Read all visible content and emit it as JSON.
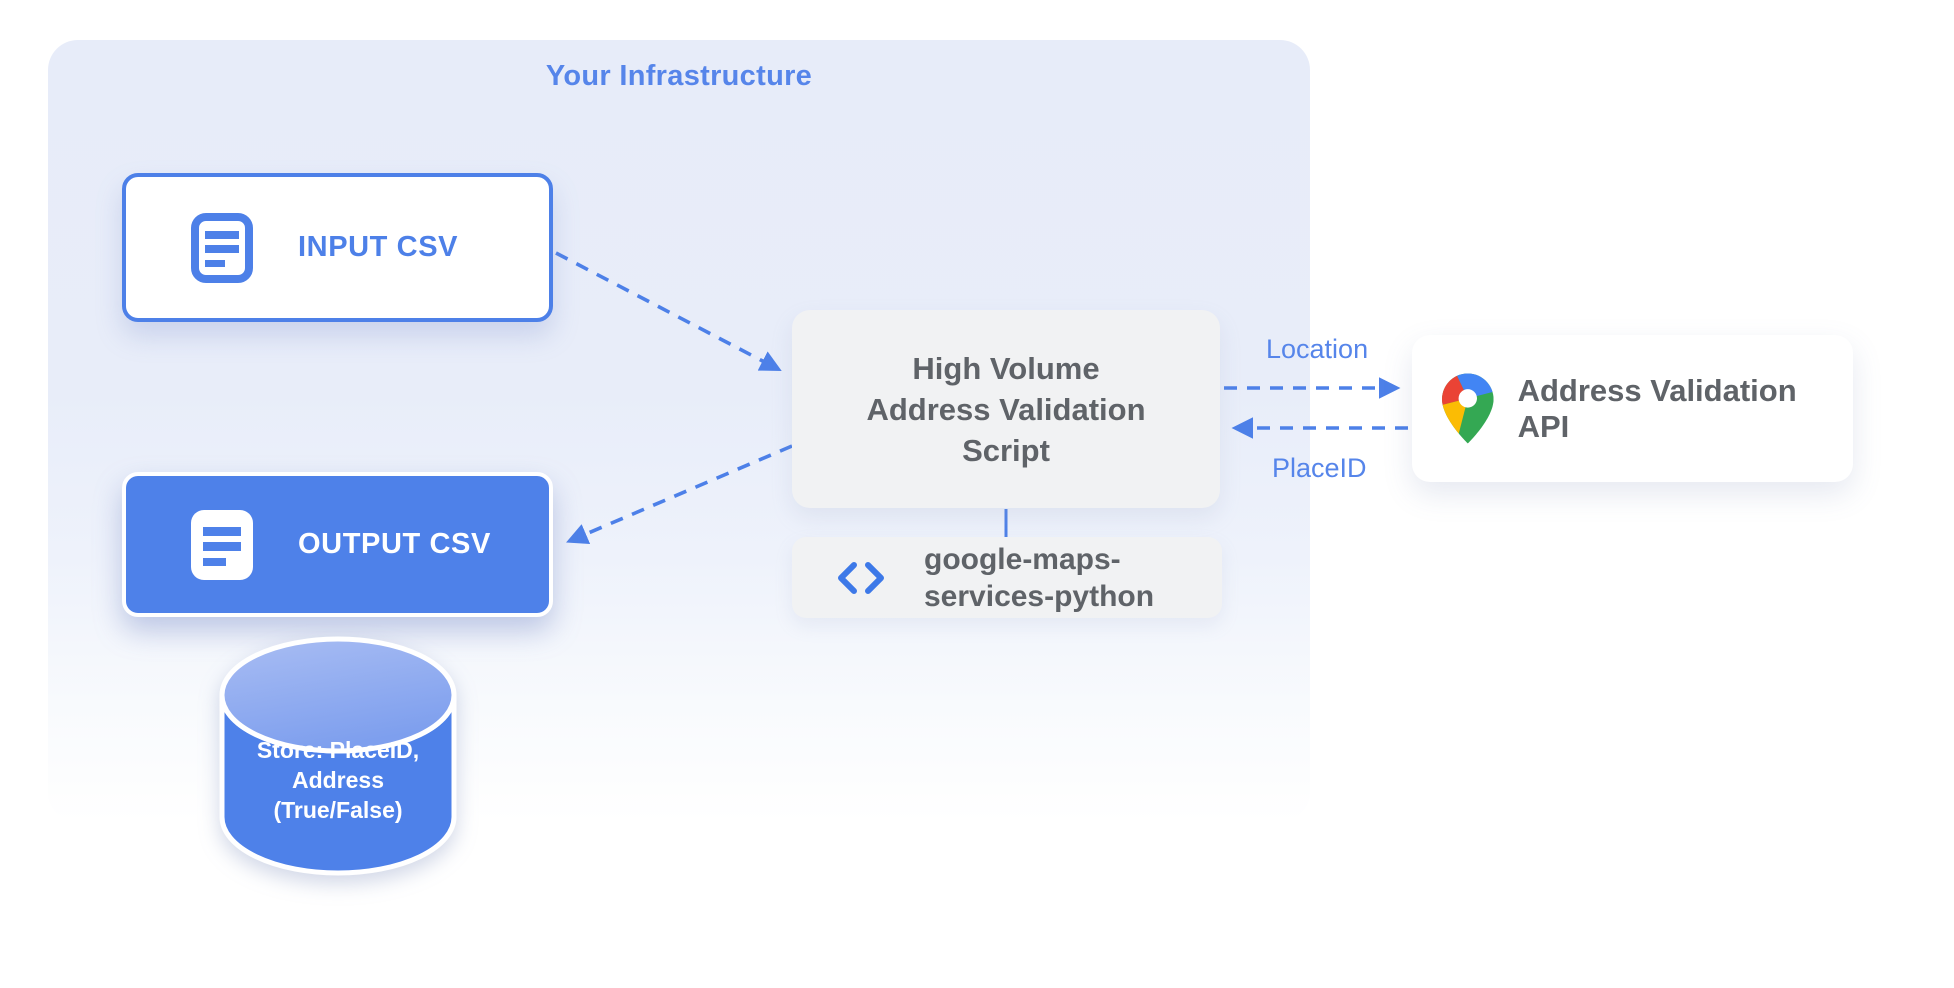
{
  "panel": {
    "title": "Your Infrastructure"
  },
  "nodes": {
    "input_csv": {
      "label": "INPUT CSV",
      "icon": "csv-document-icon"
    },
    "output_csv": {
      "label": "OUTPUT CSV",
      "icon": "csv-document-icon"
    },
    "script": {
      "line1": "High Volume",
      "line2": "Address Validation",
      "line3": "Script"
    },
    "library": {
      "line1": "google-maps-",
      "line2": "services-python",
      "icon": "code-icon"
    },
    "api": {
      "label": "Address Validation API",
      "icon": "google-maps-pin-icon"
    },
    "datastore": {
      "line1": "Store: PlaceID,",
      "line2": "Address",
      "line3": "(True/False)",
      "icon": "database-cylinder"
    }
  },
  "edges": {
    "input_to_script": {
      "style": "dashed"
    },
    "script_to_output": {
      "style": "dashed"
    },
    "script_to_api": {
      "style": "dashed",
      "label": "Location"
    },
    "api_to_script": {
      "style": "dashed",
      "label": "PlaceID"
    },
    "script_to_library": {
      "style": "solid"
    }
  },
  "colors": {
    "accent_blue": "#4d80e8",
    "panel_blue": "#e8edf9",
    "text_gray": "#5f6368",
    "label_blue": "#5685ea",
    "cylinder_top_light": "#a6baf3",
    "cylinder_top_dark": "#7e9fee",
    "pin_blue": "#4285f4",
    "pin_red": "#ea4335",
    "pin_yellow": "#fbbc04",
    "pin_green": "#34a853"
  }
}
